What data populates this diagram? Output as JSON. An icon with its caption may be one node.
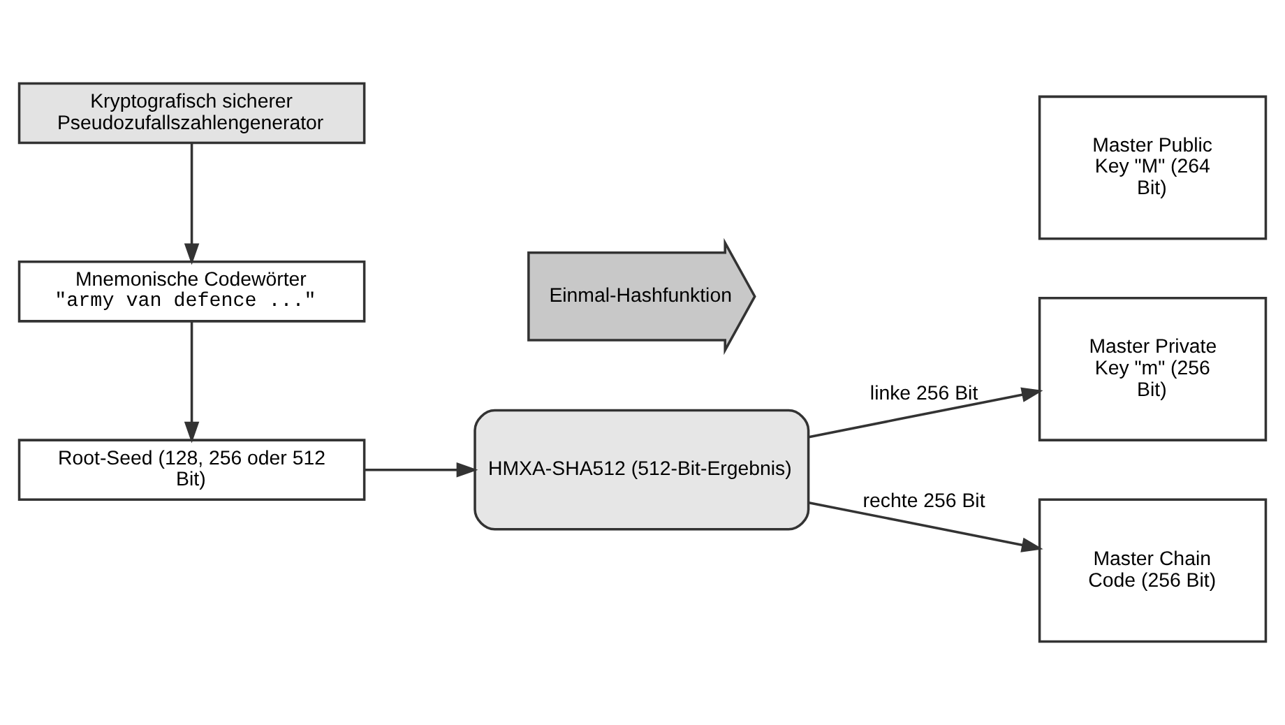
{
  "diagram": {
    "nodes": [
      {
        "text": [
          "Kryptografisch sicherer Pseudozufallszahlengenerator"
        ]
      },
      {
        "text": [
          "Mnemonische Codewörter",
          "\"army van defence ...\""
        ]
      },
      {
        "text": [
          "Root-Seed (128, 256 oder 512 Bit)"
        ]
      },
      {
        "text": [
          "HMXA-SHA512 (512-Bit-Ergebnis)"
        ]
      },
      {
        "text": [
          "Einmal-Hashfunktion"
        ]
      },
      {
        "text": [
          "Master Private Key \"m\" (256 Bit)"
        ]
      },
      {
        "text": [
          "Master Public Key \"M\" (264 Bit)"
        ]
      },
      {
        "text": [
          "Master Chain Code (256 Bit)"
        ]
      }
    ],
    "edges": [
      {
        "from": 0,
        "to": 1,
        "arrow": "to"
      },
      {
        "from": 1,
        "to": 2,
        "arrow": "to"
      },
      {
        "from": 2,
        "to": 3,
        "arrow": "to"
      },
      {
        "from": 3,
        "to": 5,
        "arrow": "to",
        "label": "linke 256 Bit"
      },
      {
        "from": 3,
        "to": 7,
        "arrow": "to",
        "label": "rechte 256 Bit"
      }
    ]
  }
}
